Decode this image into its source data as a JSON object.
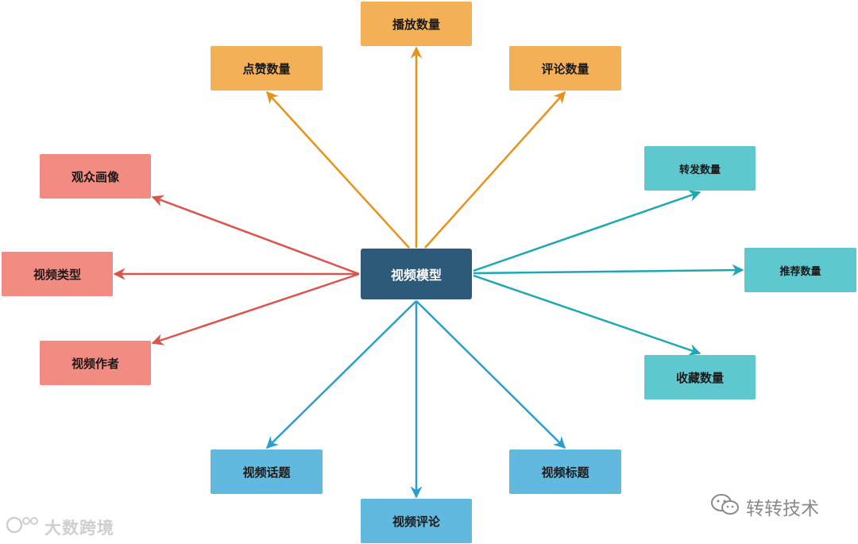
{
  "center": {
    "label": "视频模型",
    "color": "#2d5a7b"
  },
  "colors": {
    "orange": "#f4b057",
    "orange_line": "#e8921a",
    "red": "#f28b82",
    "red_line": "#d9574a",
    "teal": "#5fc8cf",
    "teal_line": "#1ea8b4",
    "blue": "#62b9e0",
    "blue_line": "#2a9ed0"
  },
  "nodes": [
    {
      "id": "plays",
      "label": "播放数量",
      "group": "orange"
    },
    {
      "id": "likes",
      "label": "点赞数量",
      "group": "orange"
    },
    {
      "id": "comments",
      "label": "评论数量",
      "group": "orange"
    },
    {
      "id": "audience",
      "label": "观众画像",
      "group": "red"
    },
    {
      "id": "type",
      "label": "视频类型",
      "group": "red"
    },
    {
      "id": "author",
      "label": "视频作者",
      "group": "red"
    },
    {
      "id": "shares",
      "label": "转发数量",
      "group": "teal"
    },
    {
      "id": "recommend",
      "label": "推荐数量",
      "group": "teal"
    },
    {
      "id": "favorites",
      "label": "收藏数量",
      "group": "teal"
    },
    {
      "id": "topic",
      "label": "视频话题",
      "group": "blue"
    },
    {
      "id": "review",
      "label": "视频评论",
      "group": "blue"
    },
    {
      "id": "title",
      "label": "视频标题",
      "group": "blue"
    }
  ],
  "watermarks": {
    "left": "大数跨境",
    "right": "转转技术"
  }
}
